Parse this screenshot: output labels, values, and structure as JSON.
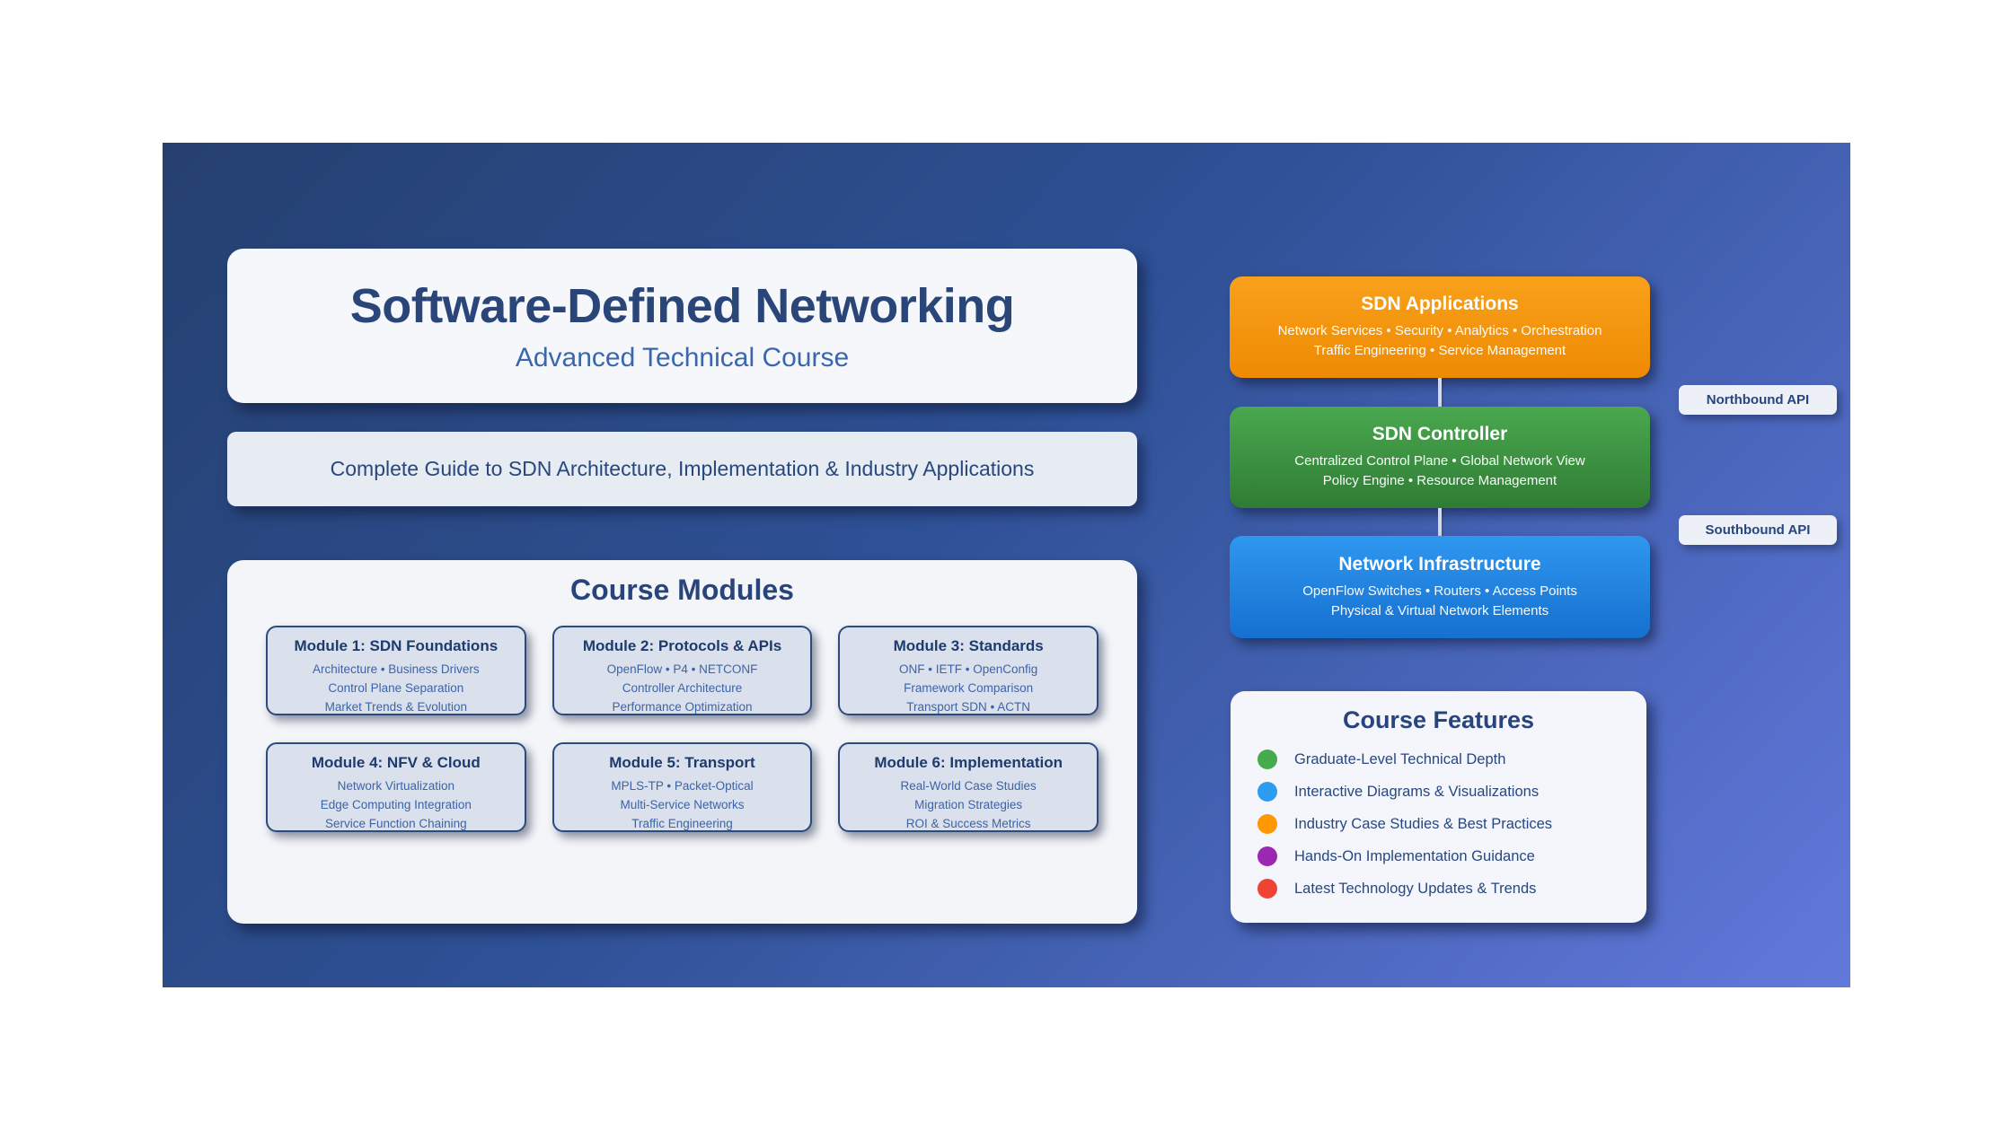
{
  "slide": {
    "header": {
      "title": "Software-Defined Networking",
      "subtitle": "Advanced Technical Course"
    },
    "tagline": "Complete Guide to SDN Architecture, Implementation & Industry Applications",
    "modules_section": {
      "title": "Course Modules",
      "modules": [
        {
          "title": "Module 1: SDN Foundations",
          "lines": [
            "Architecture • Business Drivers",
            "Control Plane Separation",
            "Market Trends & Evolution"
          ]
        },
        {
          "title": "Module 2: Protocols & APIs",
          "lines": [
            "OpenFlow • P4 • NETCONF",
            "Controller Architecture",
            "Performance Optimization"
          ]
        },
        {
          "title": "Module 3: Standards",
          "lines": [
            "ONF • IETF • OpenConfig",
            "Framework Comparison",
            "Transport SDN • ACTN"
          ]
        },
        {
          "title": "Module 4: NFV & Cloud",
          "lines": [
            "Network Virtualization",
            "Edge Computing Integration",
            "Service Function Chaining"
          ]
        },
        {
          "title": "Module 5: Transport",
          "lines": [
            "MPLS-TP • Packet-Optical",
            "Multi-Service Networks",
            "Traffic Engineering"
          ]
        },
        {
          "title": "Module 6: Implementation",
          "lines": [
            "Real-World Case Studies",
            "Migration Strategies",
            "ROI & Success Metrics"
          ]
        }
      ]
    },
    "sdn_stack": {
      "layers": [
        {
          "title": "SDN Applications",
          "lines": [
            "Network Services • Security • Analytics • Orchestration",
            "Traffic Engineering • Service Management"
          ],
          "color_top": "#f9a01b",
          "color_bottom": "#ee8a02"
        },
        {
          "title": "SDN Controller",
          "lines": [
            "Centralized Control Plane • Global Network View",
            "Policy Engine • Resource Management"
          ],
          "color_top": "#4aa84f",
          "color_bottom": "#2f7c34"
        },
        {
          "title": "Network Infrastructure",
          "lines": [
            "OpenFlow Switches • Routers • Access Points",
            "Physical & Virtual Network Elements"
          ],
          "color_top": "#2f97ef",
          "color_bottom": "#1670cf"
        }
      ],
      "api_labels": [
        {
          "label": "Northbound API"
        },
        {
          "label": "Southbound API"
        }
      ]
    },
    "features_section": {
      "title": "Course Features",
      "features": [
        {
          "label": "Graduate-Level Technical Depth",
          "color": "#46ab4d"
        },
        {
          "label": "Interactive Diagrams & Visualizations",
          "color": "#2d9cf0"
        },
        {
          "label": "Industry Case Studies & Best Practices",
          "color": "#ff9800"
        },
        {
          "label": "Hands-On Implementation Guidance",
          "color": "#9c27b0"
        },
        {
          "label": "Latest Technology Updates & Trends",
          "color": "#f04336"
        }
      ]
    }
  }
}
